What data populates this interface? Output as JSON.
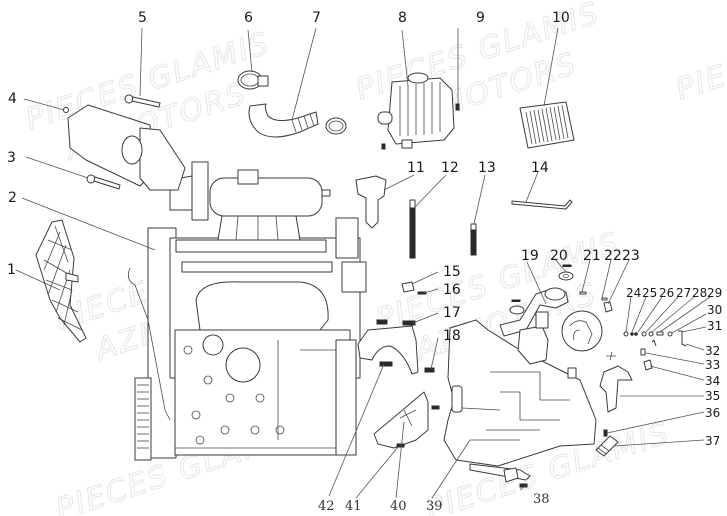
{
  "diagram": {
    "title": "Engine exploded parts diagram",
    "watermark": {
      "line1": "PIECES GLAMIS",
      "line2": "AZMOTORS"
    },
    "callouts": [
      {
        "n": "1",
        "part": "engine-guard"
      },
      {
        "n": "2",
        "part": "engine-block"
      },
      {
        "n": "3",
        "part": "bolt"
      },
      {
        "n": "4",
        "part": "starter-motor"
      },
      {
        "n": "5",
        "part": "bolt"
      },
      {
        "n": "6",
        "part": "hose-clamp"
      },
      {
        "n": "7",
        "part": "intake-hose"
      },
      {
        "n": "8",
        "part": "air-filter-housing"
      },
      {
        "n": "9",
        "part": "screw"
      },
      {
        "n": "10",
        "part": "air-filter-element"
      },
      {
        "n": "11",
        "part": "bracket"
      },
      {
        "n": "12",
        "part": "long-stud"
      },
      {
        "n": "13",
        "part": "short-stud"
      },
      {
        "n": "14",
        "part": "rod"
      },
      {
        "n": "15",
        "part": "clip"
      },
      {
        "n": "16",
        "part": "pin"
      },
      {
        "n": "17",
        "part": "bolt"
      },
      {
        "n": "18",
        "part": "bolt"
      },
      {
        "n": "19",
        "part": "shift-lever"
      },
      {
        "n": "20",
        "part": "washer"
      },
      {
        "n": "21",
        "part": "washer"
      },
      {
        "n": "22",
        "part": "pin"
      },
      {
        "n": "23",
        "part": "spring"
      },
      {
        "n": "24",
        "part": "ball"
      },
      {
        "n": "25",
        "part": "spring"
      },
      {
        "n": "26",
        "part": "washer"
      },
      {
        "n": "27",
        "part": "washer"
      },
      {
        "n": "28",
        "part": "circlip"
      },
      {
        "n": "29",
        "part": "pin"
      },
      {
        "n": "30",
        "part": "shaft"
      },
      {
        "n": "31",
        "part": "washer"
      },
      {
        "n": "32",
        "part": "lever"
      },
      {
        "n": "33",
        "part": "bushing"
      },
      {
        "n": "34",
        "part": "spring"
      },
      {
        "n": "35",
        "part": "fork-bracket"
      },
      {
        "n": "36",
        "part": "screw"
      },
      {
        "n": "37",
        "part": "sensor"
      },
      {
        "n": "38",
        "part": "bolt"
      },
      {
        "n": "39",
        "part": "gearbox-housing"
      },
      {
        "n": "40",
        "part": "cover-plate"
      },
      {
        "n": "41",
        "part": "bolt"
      },
      {
        "n": "42",
        "part": "bolt"
      }
    ]
  }
}
